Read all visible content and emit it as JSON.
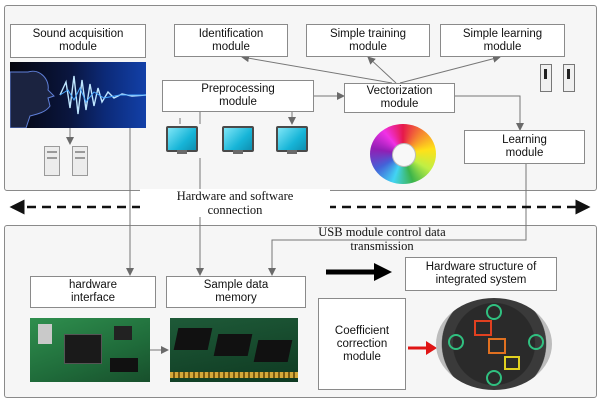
{
  "modules": {
    "sound": "Sound acquisition\nmodule",
    "identification": "Identification\nmodule",
    "simple_training": "Simple training\nmodule",
    "simple_learning": "Simple learning\nmodule",
    "preprocessing": "Preprocessing\nmodule",
    "vectorization": "Vectorization\nmodule",
    "learning": "Learning\nmodule",
    "hardware_interface": "hardware\ninterface",
    "sample_memory": "Sample data\nmemory",
    "hw_structure": "Hardware structure of\nintegrated system",
    "coefficient": "Coefficient\ncorrection\nmodule"
  },
  "captions": {
    "hw_sw_connection": "Hardware and software\nconnection",
    "usb_transmission": "USB module control data\ntransmission"
  },
  "colors": {
    "panel_border": "#8a8a8a",
    "box_border": "#8a8a8a",
    "wire": "#777777",
    "dashed_arrow": "#111111",
    "red_arrow": "#e01515",
    "thick_arrow": "#000000"
  },
  "icons": [
    "voice-waveform-image",
    "computer-monitor-icon",
    "server-tower-icon",
    "color-wheel-image",
    "circuit-board-image",
    "memory-chip-image",
    "round-pcb-image",
    "stereo-speaker-icon"
  ]
}
